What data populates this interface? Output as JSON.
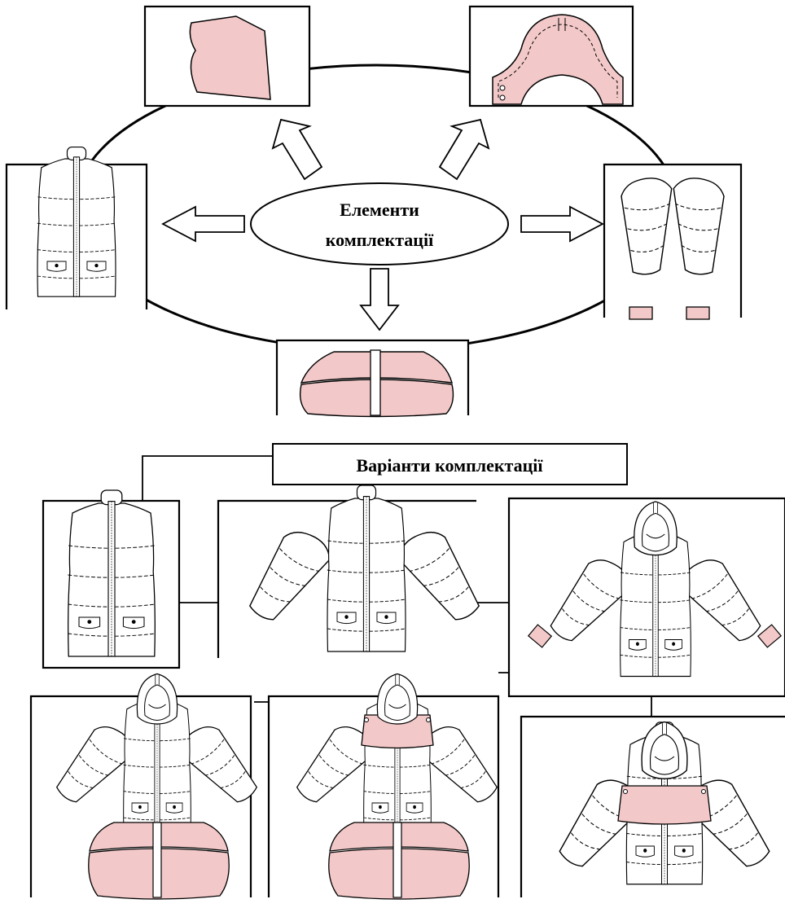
{
  "top": {
    "center_label_line1": "Елементи",
    "center_label_line2": "комплектації"
  },
  "bottom": {
    "title": "Варіанти комплектації"
  },
  "colors": {
    "stroke": "#000000",
    "background": "#ffffff",
    "accent_pink": "#f2c8c8"
  },
  "elements": [
    {
      "name": "yoke-piece"
    },
    {
      "name": "hood-collar-piece"
    },
    {
      "name": "vest-base"
    },
    {
      "name": "sleeves-piece"
    },
    {
      "name": "peplum-piece"
    }
  ],
  "variants": [
    {
      "name": "vest"
    },
    {
      "name": "jacket-with-sleeves"
    },
    {
      "name": "jacket-with-hood"
    },
    {
      "name": "jacket-hood-peplum"
    },
    {
      "name": "jacket-hood-yoke-peplum"
    },
    {
      "name": "jacket-hood-yoke"
    }
  ]
}
